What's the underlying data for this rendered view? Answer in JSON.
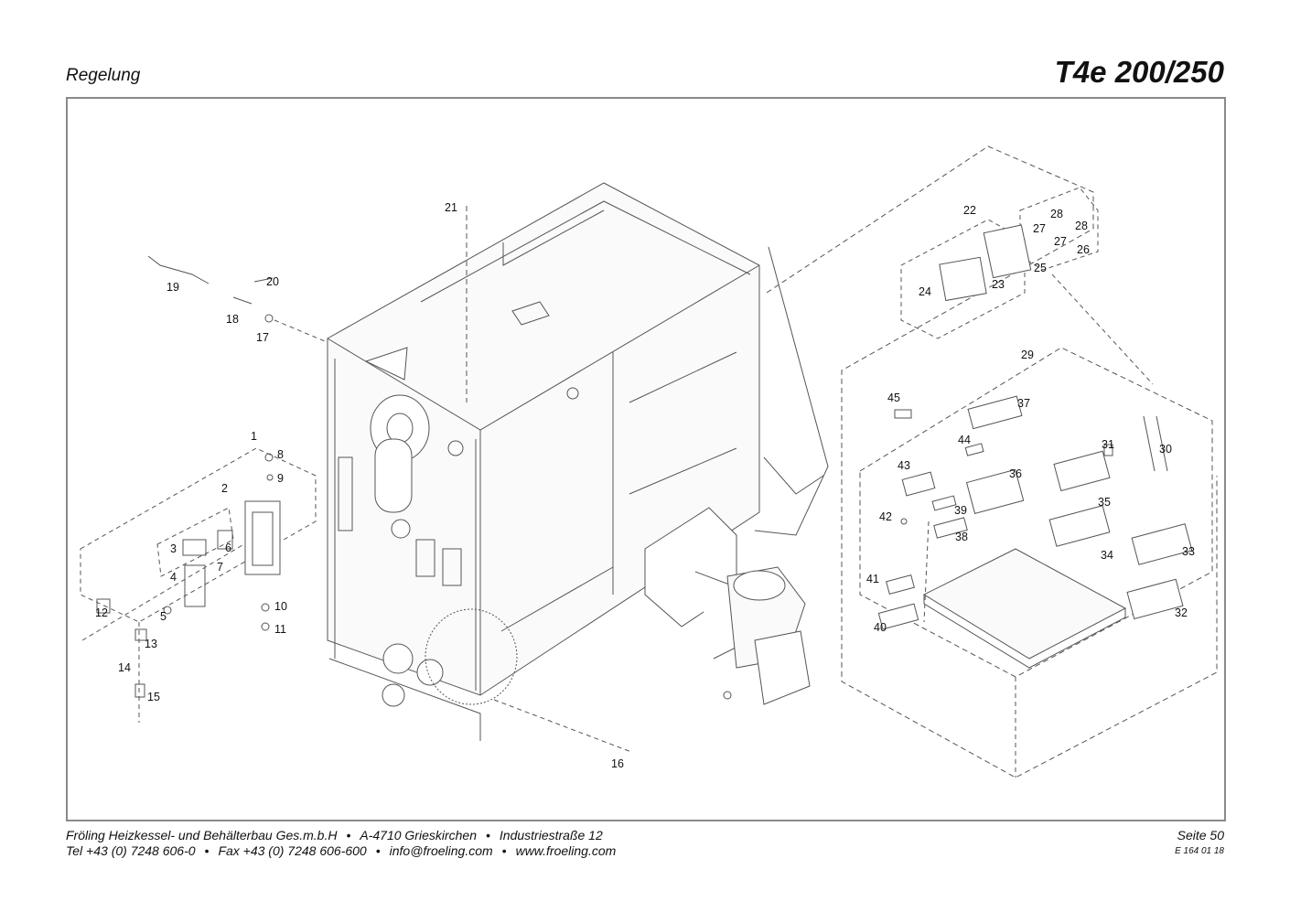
{
  "header": {
    "section": "Regelung",
    "model": "T4e 200/250"
  },
  "callouts": [
    "1",
    "2",
    "3",
    "4",
    "5",
    "6",
    "7",
    "8",
    "9",
    "10",
    "11",
    "12",
    "13",
    "14",
    "15",
    "16",
    "17",
    "18",
    "19",
    "20",
    "21",
    "22",
    "23",
    "24",
    "25",
    "26",
    "27",
    "27",
    "28",
    "28",
    "29",
    "30",
    "31",
    "32",
    "33",
    "34",
    "35",
    "36",
    "37",
    "38",
    "39",
    "40",
    "41",
    "42",
    "43",
    "44",
    "45"
  ],
  "footer": {
    "company": "Fröling Heizkessel- und Behälterbau Ges.m.b.H",
    "city": "A-4710 Grieskirchen",
    "street": "Industriestraße 12",
    "tel": "Tel +43 (0) 7248 606-0",
    "fax": "Fax +43 (0) 7248 606-600",
    "email": "info@froeling.com",
    "web": "www.froeling.com",
    "page": "Seite 50",
    "doc_code": "E 164 01 18",
    "bullet": "•"
  },
  "colors": {
    "line": "#555555",
    "dash": "#777777",
    "frame": "#8a8a8a"
  }
}
